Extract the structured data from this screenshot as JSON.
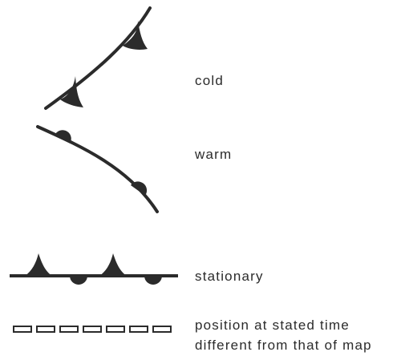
{
  "ink_color": "#2b2b2b",
  "legend": [
    {
      "id": "cold",
      "symbol": "cold-front-triangles",
      "label": "cold"
    },
    {
      "id": "warm",
      "symbol": "warm-front-semicircles",
      "label": "warm"
    },
    {
      "id": "stationary",
      "symbol": "stationary-front-alternating",
      "label": "stationary"
    },
    {
      "id": "position",
      "symbol": "dashed-open-rectangles",
      "label_lines": [
        "position at stated time",
        "different from that of map"
      ]
    }
  ]
}
